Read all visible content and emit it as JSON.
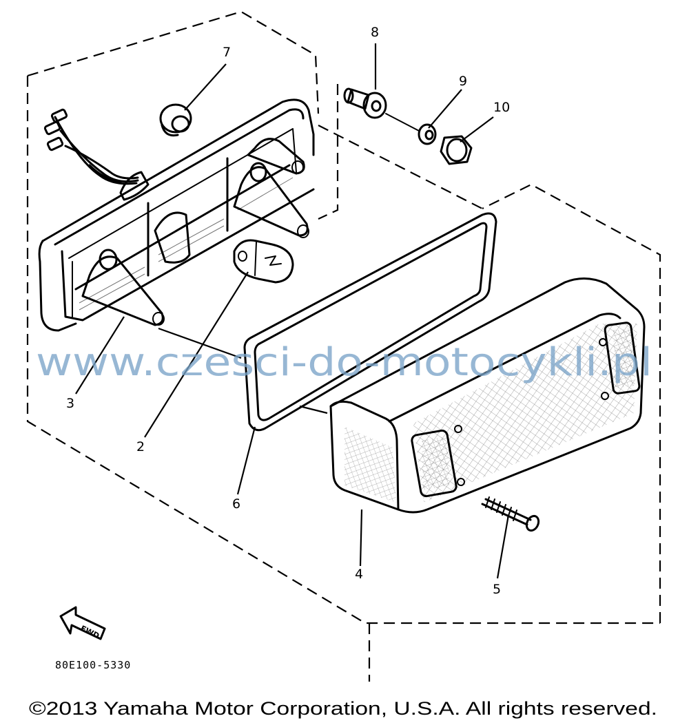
{
  "diagram": {
    "part_labels": [
      "2",
      "3",
      "4",
      "5",
      "6",
      "7",
      "8",
      "9",
      "10"
    ],
    "figure_code": "80E100-5330",
    "fwd_label": "FWD",
    "watermark": "www.czesci-do-motocykli.pl",
    "copyright": "©2013 Yamaha Motor Corporation, U.S.A. All rights reserved."
  }
}
